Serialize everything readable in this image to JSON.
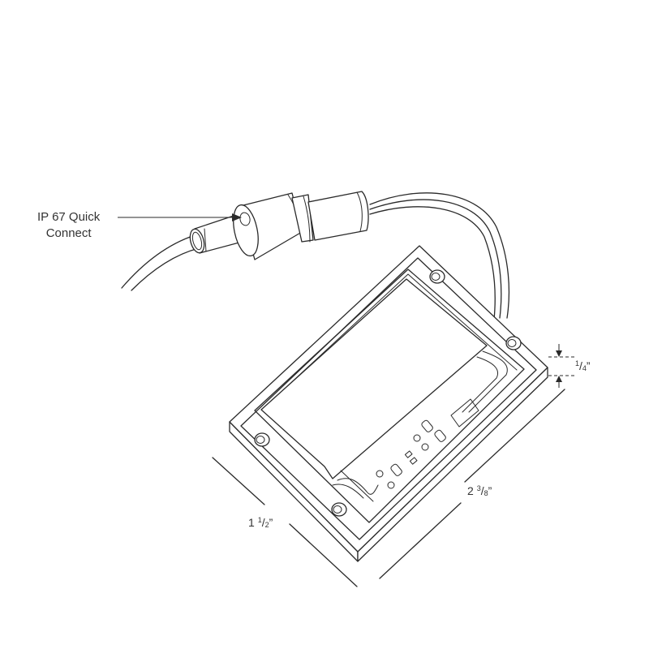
{
  "diagram": {
    "subject": "Low-profile sensor module with pigtail cable and quick-connect",
    "callout": {
      "line1": "IP 67 Quick",
      "line2": "Connect",
      "target": "connector"
    },
    "dimensions": {
      "height": {
        "num": "1",
        "den": "4",
        "unit": "”"
      },
      "length": {
        "whole": "2",
        "num": "3",
        "den": "8",
        "unit": "”"
      },
      "width": {
        "whole": "1",
        "num": "1",
        "den": "2",
        "unit": "”"
      }
    },
    "colors": {
      "line": "#2a2a2a",
      "text": "#333333",
      "background": "#ffffff"
    }
  }
}
